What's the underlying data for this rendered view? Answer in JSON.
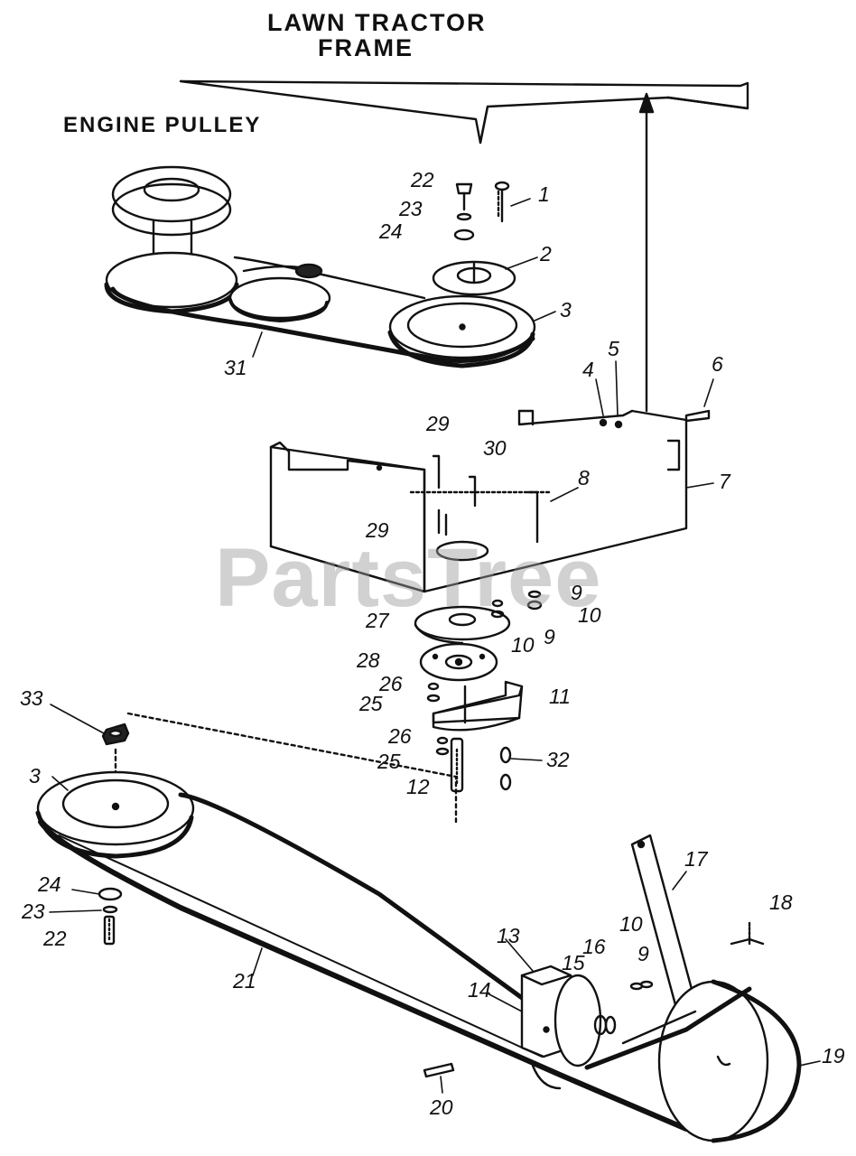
{
  "titles": {
    "frame_line1": "LAWN TRACTOR",
    "frame_line2": "FRAME",
    "engine_pulley": "ENGINE PULLEY"
  },
  "watermark": "PartsTree",
  "callouts": [
    {
      "id": "c1",
      "text": "1"
    },
    {
      "id": "c2",
      "text": "2"
    },
    {
      "id": "c3a",
      "text": "3"
    },
    {
      "id": "c3b",
      "text": "3"
    },
    {
      "id": "c4",
      "text": "4"
    },
    {
      "id": "c5",
      "text": "5"
    },
    {
      "id": "c6",
      "text": "6"
    },
    {
      "id": "c7",
      "text": "7"
    },
    {
      "id": "c8",
      "text": "8"
    },
    {
      "id": "c9a",
      "text": "9"
    },
    {
      "id": "c9b",
      "text": "9"
    },
    {
      "id": "c9c",
      "text": "9"
    },
    {
      "id": "c10a",
      "text": "10"
    },
    {
      "id": "c10b",
      "text": "10"
    },
    {
      "id": "c10c",
      "text": "10"
    },
    {
      "id": "c11",
      "text": "11"
    },
    {
      "id": "c12",
      "text": "12"
    },
    {
      "id": "c13",
      "text": "13"
    },
    {
      "id": "c14",
      "text": "14"
    },
    {
      "id": "c15",
      "text": "15"
    },
    {
      "id": "c16",
      "text": "16"
    },
    {
      "id": "c17",
      "text": "17"
    },
    {
      "id": "c18",
      "text": "18"
    },
    {
      "id": "c19",
      "text": "19"
    },
    {
      "id": "c20",
      "text": "20"
    },
    {
      "id": "c21",
      "text": "21"
    },
    {
      "id": "c22a",
      "text": "22"
    },
    {
      "id": "c22b",
      "text": "22"
    },
    {
      "id": "c23a",
      "text": "23"
    },
    {
      "id": "c23b",
      "text": "23"
    },
    {
      "id": "c24a",
      "text": "24"
    },
    {
      "id": "c24b",
      "text": "24"
    },
    {
      "id": "c25a",
      "text": "25"
    },
    {
      "id": "c25b",
      "text": "25"
    },
    {
      "id": "c26a",
      "text": "26"
    },
    {
      "id": "c26b",
      "text": "26"
    },
    {
      "id": "c27",
      "text": "27"
    },
    {
      "id": "c28",
      "text": "28"
    },
    {
      "id": "c29a",
      "text": "29"
    },
    {
      "id": "c29b",
      "text": "29"
    },
    {
      "id": "c30",
      "text": "30"
    },
    {
      "id": "c31",
      "text": "31"
    },
    {
      "id": "c32",
      "text": "32"
    },
    {
      "id": "c33",
      "text": "33"
    }
  ]
}
